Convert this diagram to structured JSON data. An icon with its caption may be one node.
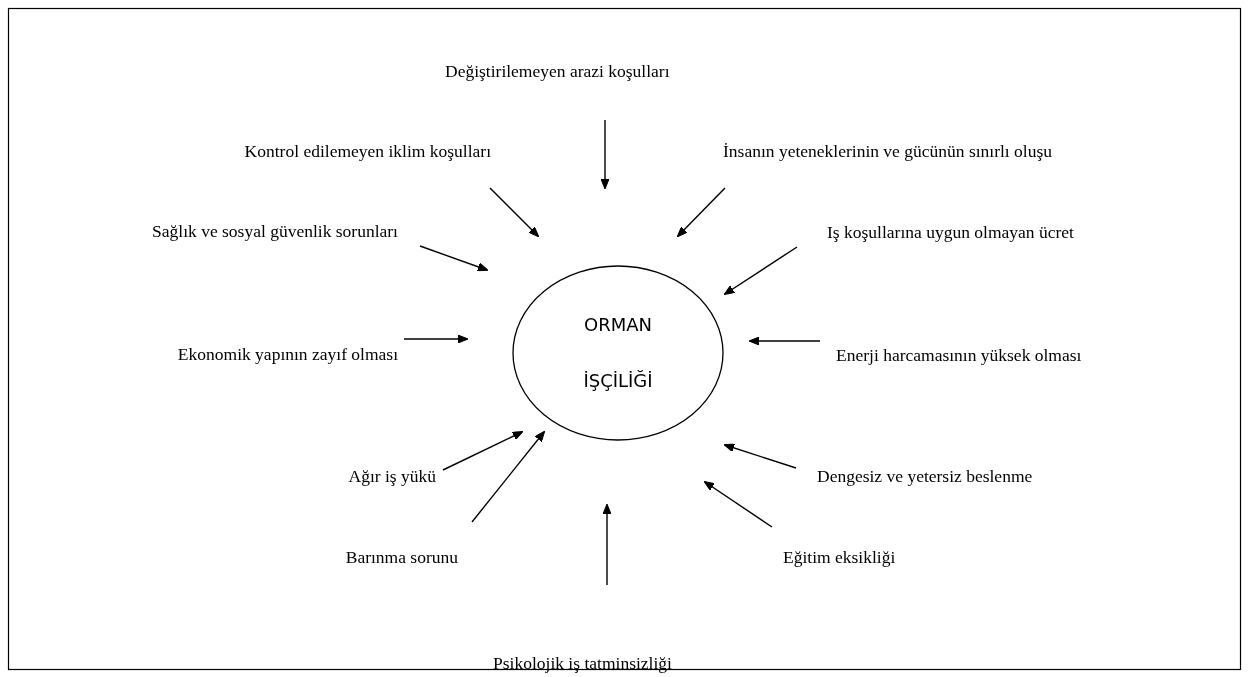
{
  "diagram": {
    "nodes": [
      {
        "text": [
          "ORMAN İŞÇİLİĞİ"
        ]
      },
      {
        "text": [
          "Değiştirilemeyen arazi koşulları"
        ]
      },
      {
        "text": [
          "Kontrol edilemeyen iklim koşulları"
        ]
      },
      {
        "text": [
          "İnsanın yeteneklerinin ve gücünün sınırlı oluşu"
        ]
      },
      {
        "text": [
          "Sağlık ve sosyal güvenlik sorunları"
        ]
      },
      {
        "text": [
          "Iş koşullarına uygun olmayan ücret"
        ]
      },
      {
        "text": [
          "Ekonomik yapının zayıf olması"
        ]
      },
      {
        "text": [
          "Enerji harcamasının yüksek olması"
        ]
      },
      {
        "text": [
          "Ağır iş yükü"
        ]
      },
      {
        "text": [
          "Dengesiz ve yetersiz beslenme"
        ]
      },
      {
        "text": [
          "Barınma sorunu"
        ]
      },
      {
        "text": [
          "Eğitim eksikliği"
        ]
      },
      {
        "text": [
          "Psikolojik iş tatminsizliği"
        ]
      }
    ],
    "edges": [
      {
        "from": 1,
        "to": 0,
        "arrow": "to"
      },
      {
        "from": 2,
        "to": 0,
        "arrow": "to"
      },
      {
        "from": 3,
        "to": 0,
        "arrow": "to"
      },
      {
        "from": 4,
        "to": 0,
        "arrow": "to"
      },
      {
        "from": 5,
        "to": 0,
        "arrow": "to"
      },
      {
        "from": 6,
        "to": 0,
        "arrow": "to"
      },
      {
        "from": 7,
        "to": 0,
        "arrow": "to"
      },
      {
        "from": 8,
        "to": 0,
        "arrow": "to"
      },
      {
        "from": 9,
        "to": 0,
        "arrow": "to"
      },
      {
        "from": 10,
        "to": 0,
        "arrow": "to"
      },
      {
        "from": 11,
        "to": 0,
        "arrow": "to"
      },
      {
        "from": 12,
        "to": 0,
        "arrow": "to"
      }
    ]
  }
}
